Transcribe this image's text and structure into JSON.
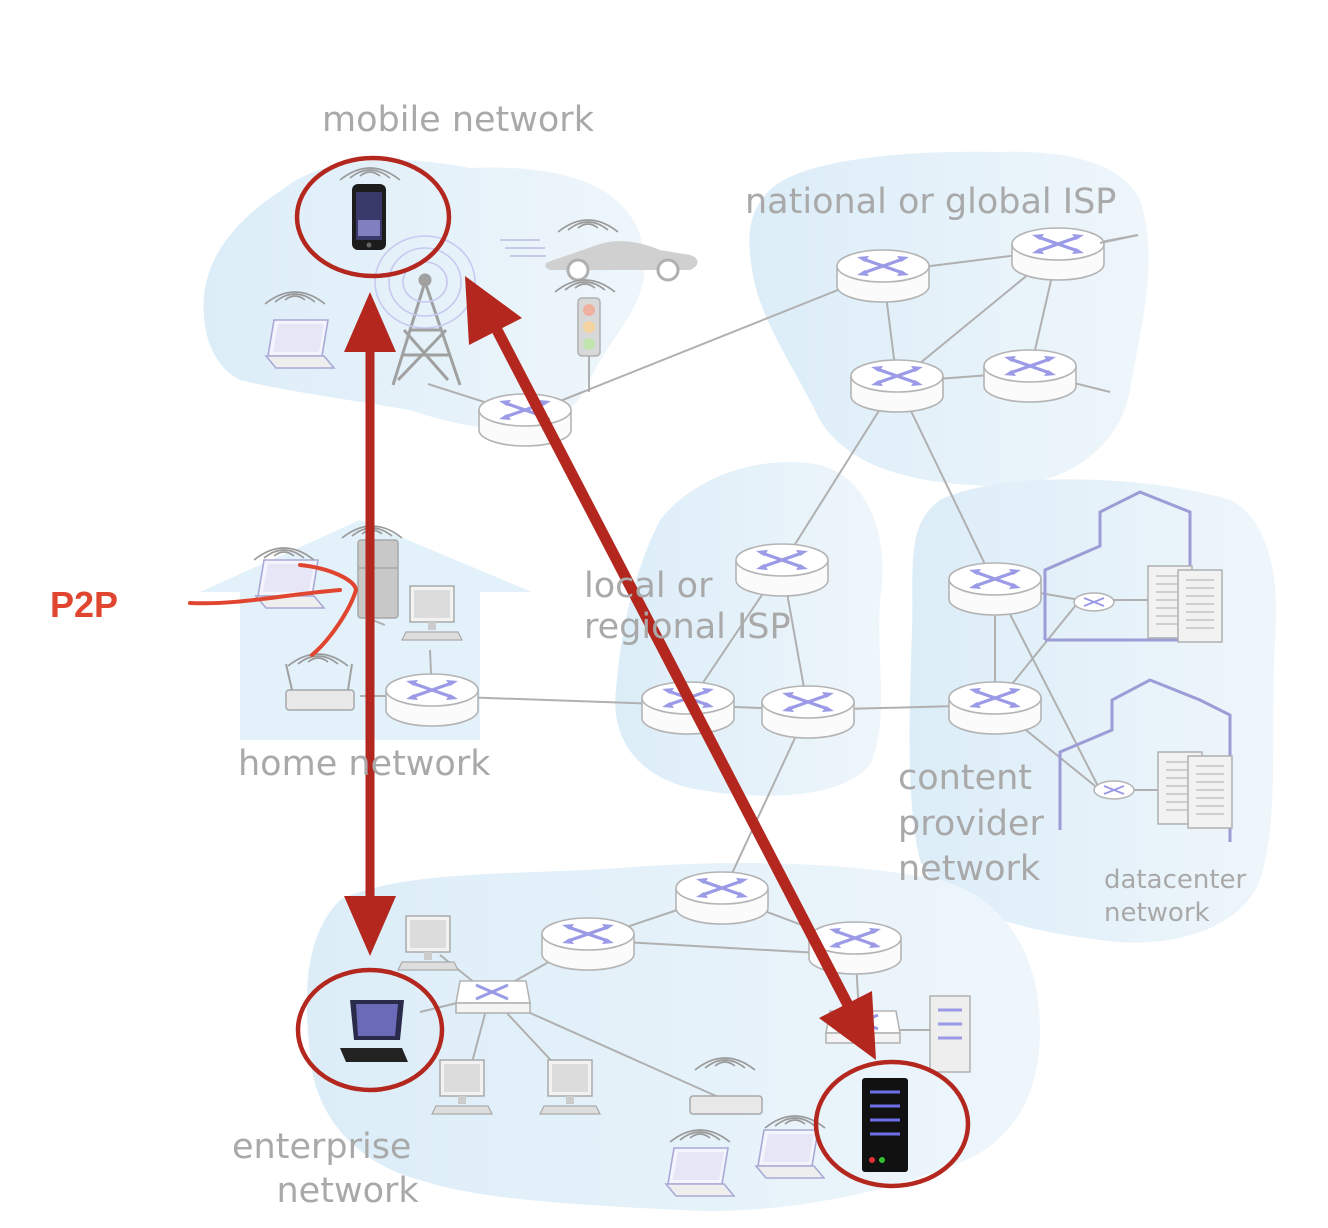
{
  "labels": {
    "mobile_network": "mobile network",
    "national_isp": "national or global ISP",
    "local_isp": "local or\nregional ISP",
    "home_network": "home network",
    "content_provider": "content\nprovider\nnetwork",
    "datacenter": "datacenter\nnetwork",
    "enterprise": "enterprise\n    network",
    "p2p": "P2P"
  },
  "colors": {
    "cloud": "#e3f1fa",
    "label_gray": "#a9a9a9",
    "highlight_red": "#b3271e",
    "p2p_red": "#e0452f",
    "router_icon": "#9a9ae6",
    "building_outline": "#9c9cd6"
  },
  "icons": [
    "smartphone-icon",
    "laptop-icon",
    "car-icon",
    "traffic-light-icon",
    "cell-tower-icon",
    "router-icon",
    "fridge-icon",
    "desktop-computer-icon",
    "wifi-router-icon",
    "server-icon",
    "datacenter-building-icon",
    "link-switch-icon"
  ]
}
